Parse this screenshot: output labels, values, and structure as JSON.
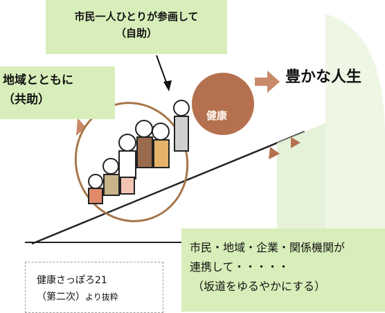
{
  "callouts": {
    "self_help_line1": "市民一人ひとりが参画して",
    "self_help_line2": "（自助）",
    "mutual_help_line1": "地域とともに",
    "mutual_help_line2": "（共助）",
    "cooperation_line1": "市民・地域・企業・関係機関が",
    "cooperation_line2": "連携して・・・・・",
    "cooperation_line3": "（坂道をゆるやかにする）"
  },
  "illustration": {
    "goal_text": "豊かな人生",
    "ball_label": "健康"
  },
  "source": {
    "line1": "健康さっぽろ21",
    "line2_main": "（第二次）",
    "line2_small": "より抜粋"
  },
  "colors": {
    "callout_bg": "#d8eeba",
    "ball": "#b5714f",
    "arrow": "#c98a6a",
    "ring": "#a6764a",
    "outline": "#222222",
    "hill_shadow": "#dfeed0"
  }
}
